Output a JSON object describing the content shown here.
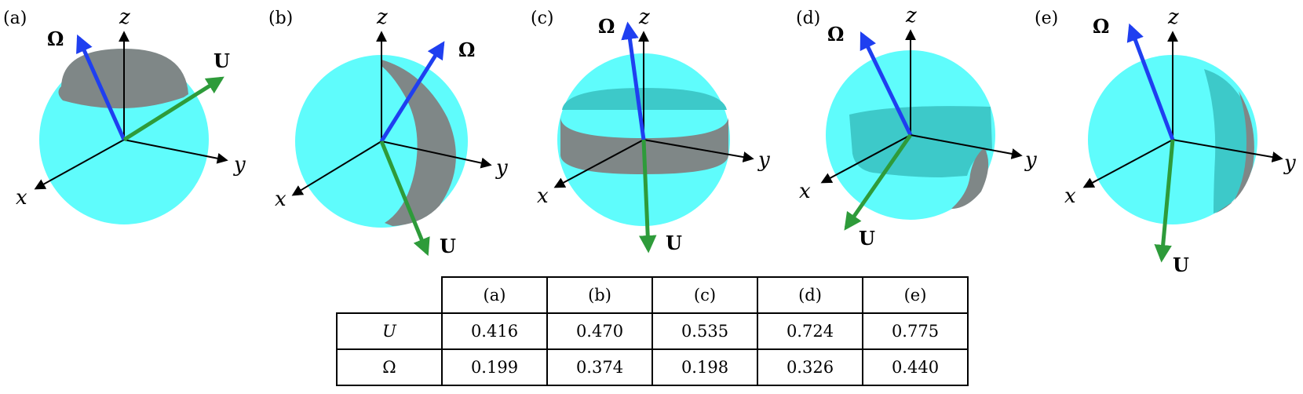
{
  "panels": [
    {
      "label": "(a)",
      "region": "cap"
    },
    {
      "label": "(b)",
      "region": "side-lune"
    },
    {
      "label": "(c)",
      "region": "band"
    },
    {
      "label": "(d)",
      "region": "patch"
    },
    {
      "label": "(e)",
      "region": "lune"
    }
  ],
  "axes": {
    "x": "x",
    "y": "y",
    "z": "z"
  },
  "vectors": {
    "omega": "Ω",
    "u": "U"
  },
  "colors": {
    "sphere": "#5ffcfc",
    "region": "#888888",
    "omega": "#1f3ff0",
    "u": "#2e9b3a",
    "axis": "#000000"
  },
  "table": {
    "columns": [
      "(a)",
      "(b)",
      "(c)",
      "(d)",
      "(e)"
    ],
    "rows": [
      {
        "label": "U",
        "values": [
          "0.416",
          "0.470",
          "0.535",
          "0.724",
          "0.775"
        ]
      },
      {
        "label": "Ω",
        "values": [
          "0.199",
          "0.374",
          "0.198",
          "0.326",
          "0.440"
        ]
      }
    ]
  }
}
